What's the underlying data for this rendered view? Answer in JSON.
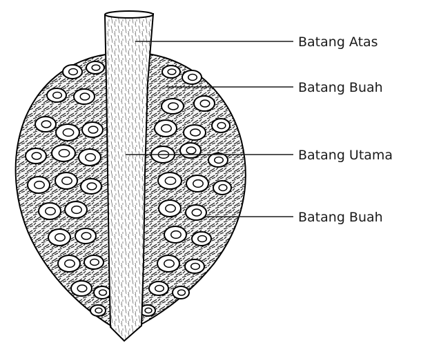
{
  "labels": [
    {
      "id": "batang-atas",
      "text": "Batang Atas"
    },
    {
      "id": "batang-buah-upper",
      "text": "Batang Buah"
    },
    {
      "id": "batang-utama",
      "text": "Batang Utama"
    },
    {
      "id": "batang-buah-lower",
      "text": "Batang Buah"
    }
  ]
}
